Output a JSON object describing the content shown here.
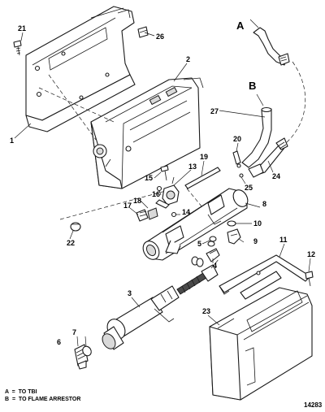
{
  "callouts": {
    "c1": "1",
    "c2": "2",
    "c3": "3",
    "c4": "4",
    "c5": "5",
    "c6": "6",
    "c7": "7",
    "c8": "8",
    "c9": "9",
    "c10": "10",
    "c11": "11",
    "c12": "12",
    "c13": "13",
    "c14": "14",
    "c15": "15",
    "c16": "16",
    "c17": "17",
    "c18": "18",
    "c19": "19",
    "c20": "20",
    "c21": "21",
    "c22": "22",
    "c23": "23",
    "c24": "24",
    "c25": "25",
    "c26": "26",
    "c27": "27",
    "cA": "A",
    "cB": "B"
  },
  "legend": {
    "line_a": "A  =  TO TBI",
    "line_b": "B  =  TO FLAME ARRESTOR"
  },
  "figure_number": "14283",
  "colors": {
    "line": "#1a1a1a",
    "background": "#ffffff",
    "shading": "#d9d9d9"
  }
}
